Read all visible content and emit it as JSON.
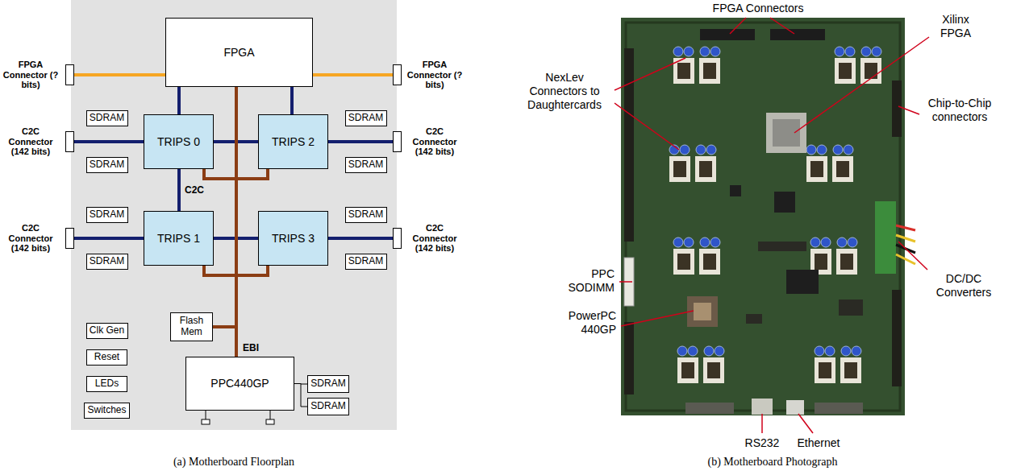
{
  "diagram": {
    "nodes": [
      {
        "text": [
          "FPGA Connector (? bits)"
        ]
      },
      {
        "text": [
          "FPGA"
        ]
      },
      {
        "text": [
          "FPGA Connector (? bits)"
        ]
      },
      {
        "text": [
          "C2C Connector (142 bits)"
        ]
      },
      {
        "text": [
          "SDRAM"
        ]
      },
      {
        "text": [
          "TRIPS 0"
        ]
      },
      {
        "text": [
          "TRIPS 2"
        ]
      },
      {
        "text": [
          "SDRAM"
        ]
      },
      {
        "text": [
          "C2C Connector (142 bits)"
        ]
      },
      {
        "text": [
          "SDRAM"
        ]
      },
      {
        "text": [
          "SDRAM"
        ]
      },
      {
        "text": [
          "SDRAM"
        ]
      },
      {
        "text": [
          "SDRAM"
        ]
      },
      {
        "text": [
          "C2C Connector (142 bits)"
        ]
      },
      {
        "text": [
          "TRIPS 1"
        ]
      },
      {
        "text": [
          "TRIPS 3"
        ]
      },
      {
        "text": [
          "C2C Connector (142 bits)"
        ]
      },
      {
        "text": [
          "SDRAM"
        ]
      },
      {
        "text": [
          "SDRAM"
        ]
      },
      {
        "text": [
          "Clk Gen"
        ]
      },
      {
        "text": [
          "Flash Mem"
        ]
      },
      {
        "text": [
          "Reset"
        ]
      },
      {
        "text": [
          "LEDs"
        ]
      },
      {
        "text": [
          "PPC440GP"
        ]
      },
      {
        "text": [
          "SDRAM"
        ]
      },
      {
        "text": [
          "SDRAM"
        ]
      },
      {
        "text": [
          "Switches"
        ]
      }
    ],
    "edges": [
      {
        "from": 1,
        "to": 0,
        "arrow": "none"
      },
      {
        "from": 1,
        "to": 2,
        "arrow": "none"
      },
      {
        "from": 1,
        "to": 5,
        "arrow": "none"
      },
      {
        "from": 1,
        "to": 6,
        "arrow": "none"
      },
      {
        "from": 5,
        "to": 3,
        "arrow": "none"
      },
      {
        "from": 5,
        "to": 6,
        "arrow": "none"
      },
      {
        "from": 6,
        "to": 8,
        "arrow": "none"
      },
      {
        "from": 5,
        "to": 14,
        "label": "C2C",
        "arrow": "none"
      },
      {
        "from": 14,
        "to": 13,
        "arrow": "none"
      },
      {
        "from": 14,
        "to": 15,
        "arrow": "none"
      },
      {
        "from": 15,
        "to": 16,
        "arrow": "none"
      },
      {
        "from": 23,
        "to": 1,
        "label": "EBI",
        "arrow": "none"
      },
      {
        "from": 23,
        "to": 5,
        "arrow": "none"
      },
      {
        "from": 23,
        "to": 6,
        "arrow": "none"
      },
      {
        "from": 23,
        "to": 14,
        "arrow": "none"
      },
      {
        "from": 23,
        "to": 15,
        "arrow": "none"
      },
      {
        "from": 23,
        "to": 20,
        "arrow": "none"
      },
      {
        "from": 23,
        "to": 24,
        "arrow": "none"
      },
      {
        "from": 23,
        "to": 25,
        "arrow": "none"
      }
    ],
    "labels": [
      "(a) Motherboard Floorplan",
      "(b) Motherboard Photograph",
      "FPGA Connectors",
      "Xilinx FPGA",
      "NexLev Connectors to Daughtercards",
      "Chip-to-Chip connectors",
      "PPC SODIMM",
      "PowerPC 440GP",
      "DC/DC Converters",
      "RS232",
      "Ethernet"
    ]
  }
}
